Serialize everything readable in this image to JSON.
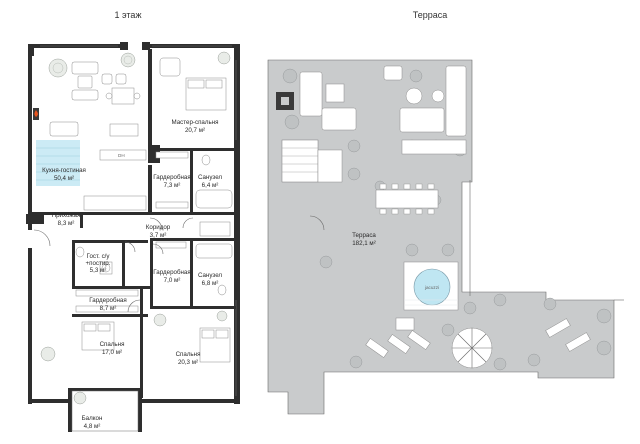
{
  "titles": {
    "left": "1 этаж",
    "right": "Терраса"
  },
  "rooms": {
    "kitchen": {
      "name": "Кухня-гостиная",
      "area": "50,4 м²"
    },
    "master": {
      "name": "Мастер-спальня",
      "area": "20,7 м²"
    },
    "dressing1": {
      "name": "Гардеробная",
      "area": "7,3 м²"
    },
    "bath1": {
      "name": "Санузел",
      "area": "6,4 м²"
    },
    "hall": {
      "name": "Прихожая",
      "area": "8,3 м²"
    },
    "corridor": {
      "name": "Коридор",
      "area": "3,7 м²"
    },
    "guestwc": {
      "name_line1": "Гост. с/у",
      "name_line2": "+постир.",
      "area": "5,3 м²"
    },
    "dressing2": {
      "name": "Гардеробная",
      "area": "7,0 м²"
    },
    "bath2": {
      "name": "Санузел",
      "area": "6,8 м²"
    },
    "dressing3": {
      "name": "Гардеробная",
      "area": "8,7 м²"
    },
    "bedroom1": {
      "name": "Спальня",
      "area": "17,0 м²"
    },
    "bedroom2": {
      "name": "Спальня",
      "area": "20,3 м²"
    },
    "balcony": {
      "name": "Балкон",
      "area": "4,8 м²"
    },
    "terrace": {
      "name": "Терраса",
      "area": "182,1 м²"
    }
  },
  "fixtures": {
    "pool_label": "jacuzzi",
    "counter_label": "DH"
  },
  "colors": {
    "wall": "#2e2e2e",
    "terrace_floor": "#c9cbcc",
    "stair_accent": "#bfe6f2",
    "fire_icon": "#e8541e"
  },
  "icons": [
    "fireplace-icon",
    "tree-icon",
    "armchair-icon",
    "sofa-icon",
    "bed-icon",
    "bathtub-icon",
    "toilet-icon",
    "washing-machine-icon",
    "sun-lounger-icon",
    "umbrella-icon",
    "dining-table-icon",
    "stair-icon"
  ]
}
